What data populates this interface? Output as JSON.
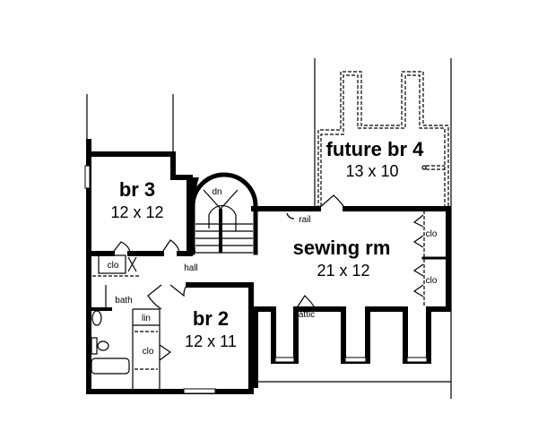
{
  "rooms": {
    "br3": {
      "name": "br 3",
      "size": "12 x 12"
    },
    "br2": {
      "name": "br 2",
      "size": "12 x 11"
    },
    "sewing": {
      "name": "sewing rm",
      "size": "21 x 12"
    },
    "future_br4": {
      "name": "future br 4",
      "size": "13 x 10"
    }
  },
  "labels": {
    "dn": "dn",
    "hall": "hall",
    "bath": "bath",
    "lin": "lin",
    "clo_br3": "clo",
    "clo_br2": "clo",
    "clo_sew1": "clo",
    "clo_sew2": "clo",
    "rail": "rail",
    "attic": "attic"
  }
}
